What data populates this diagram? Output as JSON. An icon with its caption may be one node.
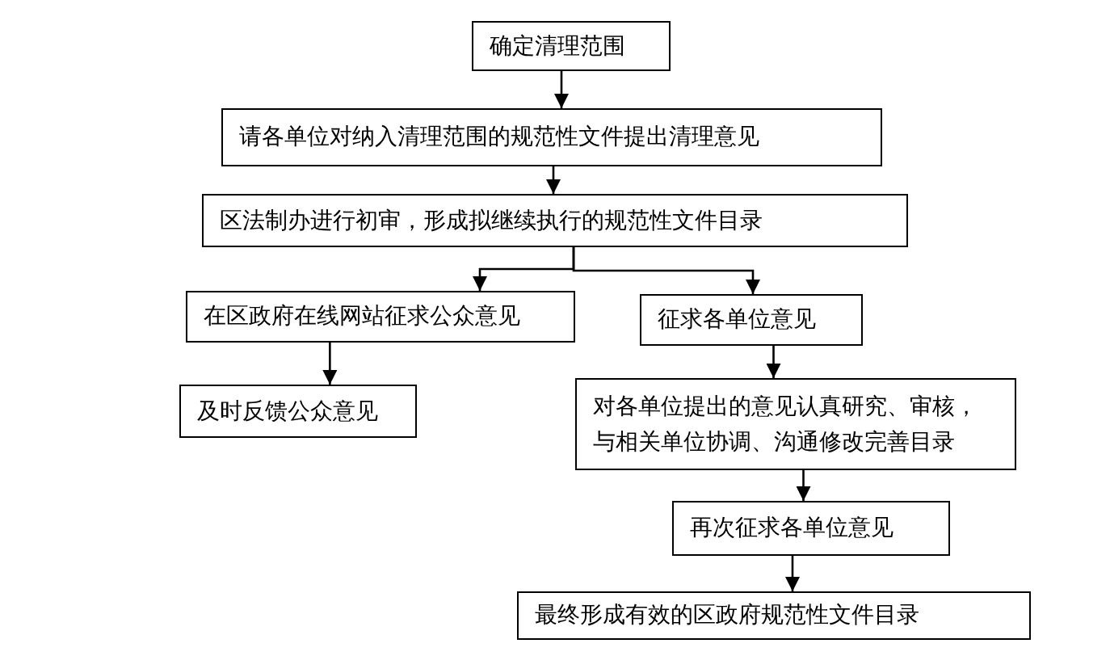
{
  "diagram": {
    "nodes": [
      {
        "text": [
          "确定清理范围"
        ]
      },
      {
        "text": [
          "请各单位对纳入清理范围的规范性文件提出清理意见"
        ]
      },
      {
        "text": [
          "区法制办进行初审，形成拟继续执行的规范性文件目录"
        ]
      },
      {
        "text": [
          "在区政府在线网站征求公众意见"
        ]
      },
      {
        "text": [
          "征求各单位意见"
        ]
      },
      {
        "text": [
          "及时反馈公众意见"
        ]
      },
      {
        "text": [
          "对各单位提出的意见认真研究、审核，与相关单位协调、沟通修改完善目录"
        ]
      },
      {
        "text": [
          "再次征求各单位意见"
        ]
      },
      {
        "text": [
          "最终形成有效的区政府规范性文件目录"
        ]
      }
    ],
    "edges": [
      {
        "from": 0,
        "to": 1,
        "arrow": "to"
      },
      {
        "from": 1,
        "to": 2,
        "arrow": "to"
      },
      {
        "from": 2,
        "to": 3,
        "arrow": "to"
      },
      {
        "from": 2,
        "to": 4,
        "arrow": "to"
      },
      {
        "from": 3,
        "to": 5,
        "arrow": "to"
      },
      {
        "from": 4,
        "to": 6,
        "arrow": "to"
      },
      {
        "from": 6,
        "to": 7,
        "arrow": "to"
      },
      {
        "from": 7,
        "to": 8,
        "arrow": "to"
      }
    ]
  }
}
